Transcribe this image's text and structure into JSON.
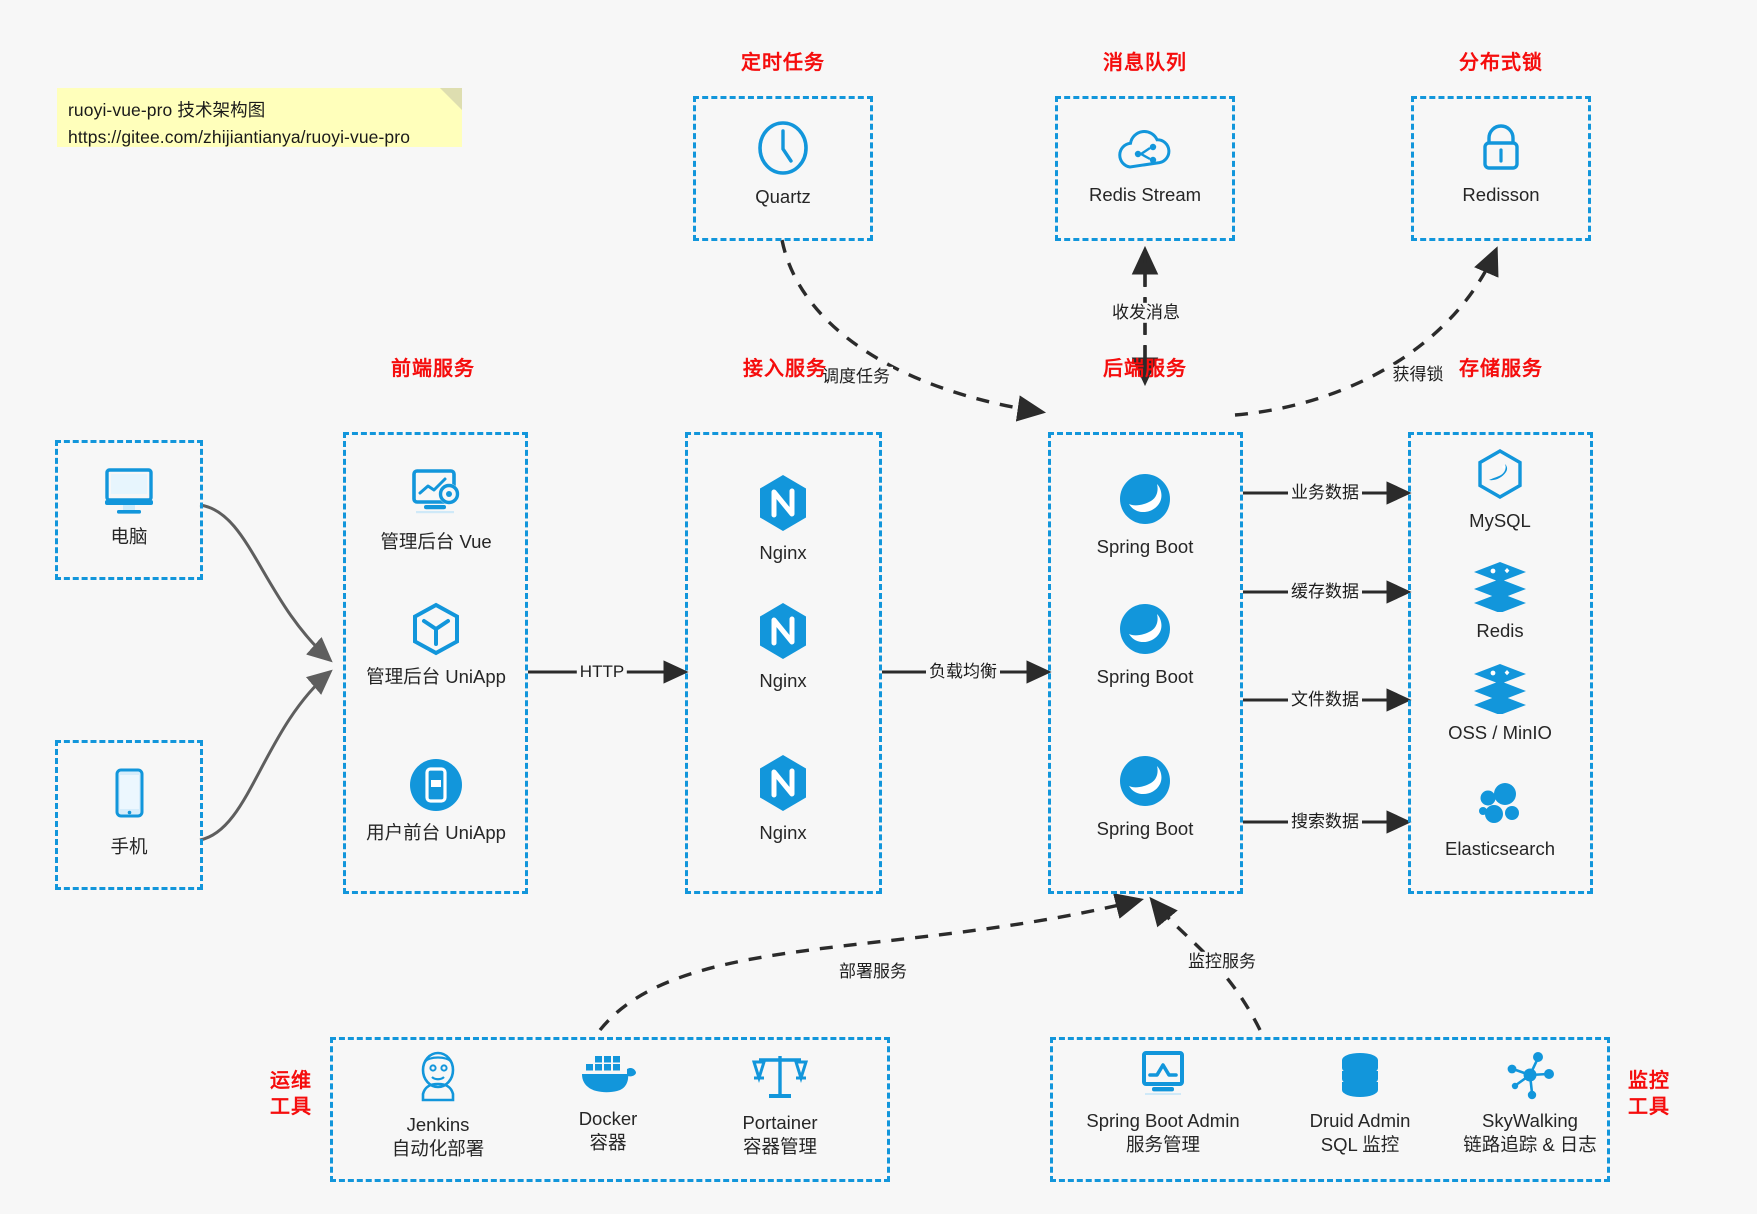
{
  "note": {
    "line1": "ruoyi-vue-pro 技术架构图",
    "line2": "https://gitee.com/zhijiantianya/ruoyi-vue-pro"
  },
  "colors": {
    "accent": "#1296db",
    "group_title": "#f50d0d",
    "node_text": "#262626",
    "background": "#f7f7f7",
    "edge": "#3d3d3d",
    "note_bg": "#ffffbb"
  },
  "groups": {
    "scheduled_task": {
      "title": "定时任务"
    },
    "message_queue": {
      "title": "消息队列"
    },
    "distributed_lock": {
      "title": "分布式锁"
    },
    "frontend": {
      "title": "前端服务"
    },
    "gateway": {
      "title": "接入服务"
    },
    "backend": {
      "title": "后端服务"
    },
    "storage": {
      "title": "存储服务"
    },
    "ops_tools": {
      "title": "运维\n工具",
      "line1": "运维",
      "line2": "工具"
    },
    "monitor_tools": {
      "title": "监控\n工具",
      "line1": "监控",
      "line2": "工具"
    }
  },
  "nodes": {
    "quartz": {
      "label": "Quartz",
      "icon": "clock-icon"
    },
    "redis_stream": {
      "label": "Redis Stream",
      "icon": "cloud-stream-icon"
    },
    "redisson": {
      "label": "Redisson",
      "icon": "lock-icon"
    },
    "pc": {
      "label": "电脑",
      "icon": "desktop-monitor-icon"
    },
    "mobile": {
      "label": "手机",
      "icon": "smartphone-icon"
    },
    "admin_vue": {
      "label": "管理后台 Vue",
      "icon": "dashboard-gear-icon"
    },
    "admin_uniapp": {
      "label": "管理后台 UniApp",
      "icon": "uniapp-cube-icon"
    },
    "user_uniapp": {
      "label": "用户前台 UniApp",
      "icon": "mobile-app-icon"
    },
    "nginx_1": {
      "label": "Nginx",
      "icon": "nginx-icon"
    },
    "nginx_2": {
      "label": "Nginx",
      "icon": "nginx-icon"
    },
    "nginx_3": {
      "label": "Nginx",
      "icon": "nginx-icon"
    },
    "spring_boot_1": {
      "label": "Spring Boot",
      "icon": "spring-boot-icon"
    },
    "spring_boot_2": {
      "label": "Spring Boot",
      "icon": "spring-boot-icon"
    },
    "spring_boot_3": {
      "label": "Spring Boot",
      "icon": "spring-boot-icon"
    },
    "mysql": {
      "label": "MySQL",
      "icon": "mysql-icon"
    },
    "redis": {
      "label": "Redis",
      "icon": "redis-icon"
    },
    "oss_minio": {
      "label": "OSS / MinIO",
      "icon": "oss-minio-icon"
    },
    "elasticsearch": {
      "label": "Elasticsearch",
      "icon": "elasticsearch-icon"
    },
    "jenkins": {
      "label": "Jenkins",
      "sublabel": "自动化部署",
      "icon": "jenkins-icon"
    },
    "docker": {
      "label": "Docker",
      "sublabel": "容器",
      "icon": "docker-icon"
    },
    "portainer": {
      "label": "Portainer",
      "sublabel": "容器管理",
      "icon": "scales-icon"
    },
    "spring_boot_admin": {
      "label": "Spring Boot Admin",
      "sublabel": "服务管理",
      "icon": "monitor-chart-icon"
    },
    "druid_admin": {
      "label": "Druid Admin",
      "sublabel": "SQL 监控",
      "icon": "database-icon"
    },
    "skywalking": {
      "label": "SkyWalking",
      "sublabel": "链路追踪 & 日志",
      "icon": "skywalking-icon"
    }
  },
  "edges": [
    {
      "id": "http",
      "label": "HTTP",
      "from": "frontend",
      "to": "gateway",
      "style": "solid"
    },
    {
      "id": "load_balance",
      "label": "负载均衡",
      "from": "gateway",
      "to": "backend",
      "style": "solid"
    },
    {
      "id": "schedule_task",
      "label": "调度任务",
      "from": "quartz",
      "to": "backend",
      "style": "dashed"
    },
    {
      "id": "send_receive_msg",
      "label": "收发消息",
      "from": "backend",
      "to": "message_queue",
      "style": "dashed"
    },
    {
      "id": "acquire_lock",
      "label": "获得锁",
      "from": "backend",
      "to": "distributed_lock",
      "style": "dashed"
    },
    {
      "id": "business_data",
      "label": "业务数据",
      "from": "backend",
      "to": "mysql",
      "style": "solid"
    },
    {
      "id": "cache_data",
      "label": "缓存数据",
      "from": "backend",
      "to": "redis",
      "style": "solid"
    },
    {
      "id": "file_data",
      "label": "文件数据",
      "from": "backend",
      "to": "oss_minio",
      "style": "solid"
    },
    {
      "id": "search_data",
      "label": "搜索数据",
      "from": "backend",
      "to": "elasticsearch",
      "style": "solid"
    },
    {
      "id": "deploy_service",
      "label": "部署服务",
      "from": "ops_tools",
      "to": "backend",
      "style": "dashed"
    },
    {
      "id": "monitor_service",
      "label": "监控服务",
      "from": "monitor_tools",
      "to": "backend",
      "style": "dashed"
    }
  ]
}
